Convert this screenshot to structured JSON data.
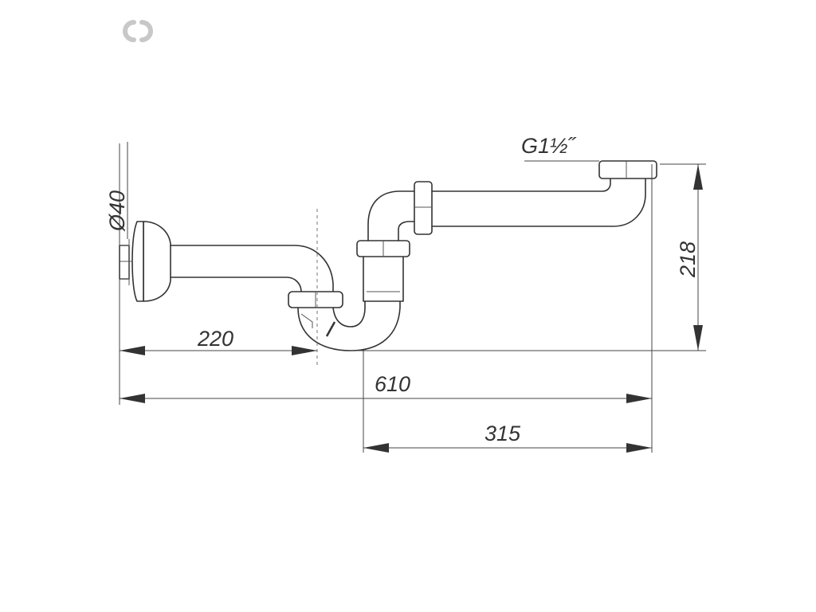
{
  "logo": {
    "name": "link-rings-logo",
    "color": "#c8c8c8"
  },
  "dimensions": {
    "diameter_label": "Ø40",
    "thread_label": "G1½˝",
    "height_label": "218",
    "wall_to_trap_label": "220",
    "overall_length_label": "610",
    "trap_to_end_label": "315"
  },
  "colors": {
    "line": "#333333",
    "background": "#ffffff"
  }
}
